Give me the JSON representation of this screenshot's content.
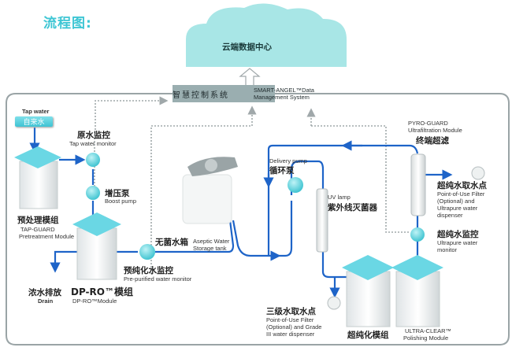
{
  "title": "流程图:",
  "cloud": {
    "label": "云端数据中心",
    "color": "#a8e6e6"
  },
  "control_system": {
    "label_cn": "智慧控制系统",
    "label_en_line1": "SMART-ANGEL™Data",
    "label_en_line2": "Management System"
  },
  "nodes": {
    "tap_water": {
      "en": "Tap water",
      "cn": "自来水"
    },
    "tap_monitor": {
      "cn": "原水监控",
      "en": "Tap water monitor"
    },
    "boost_pump": {
      "cn": "增压泵",
      "en": "Boost pump"
    },
    "pretreatment": {
      "cn": "预处理模组",
      "en_line1": "TAP-GUARD",
      "en_line2": "Pretreatment Module"
    },
    "drain": {
      "cn": "浓水排放",
      "en": "Drain"
    },
    "dpro": {
      "cn": "DP-RO™模组",
      "en": "DP-RO™Module"
    },
    "prepurified_monitor": {
      "cn": "预纯化水监控",
      "en": "Pre-purified water monitor"
    },
    "storage_tank": {
      "cn": "无菌水箱",
      "en_line1": "Aseptic Water",
      "en_line2": "Storage tank"
    },
    "delivery_pump": {
      "en": "Delivery pump",
      "cn": "循环泵"
    },
    "uv_lamp": {
      "en": "UV lamp",
      "cn": "紫外线灭菌器"
    },
    "pyro_guard": {
      "en_line1": "PYRO-GUARD",
      "en_line2": "Ultrafiltration Module",
      "cn": "终端超滤"
    },
    "ultrapure_point": {
      "cn": "超纯水取水点",
      "en_line1": "Point-of-Use Filter",
      "en_line2": "(Optional) and",
      "en_line3": "Ultrapure water",
      "en_line4": "dispenser"
    },
    "ultrapure_monitor": {
      "cn": "超纯水监控",
      "en_line1": "Ultrapure water",
      "en_line2": "monitor"
    },
    "grade3_point": {
      "cn": "三级水取水点",
      "en_line1": "Point-of-Use Filter",
      "en_line2": "(Optional) and Grade",
      "en_line3": "III water dispenser"
    },
    "polishing_cn": {
      "cn": "超纯化模组"
    },
    "ultra_clear": {
      "en_line1": "ULTRA-CLEAR™",
      "en_line2": "Polishing Module"
    }
  },
  "colors": {
    "pipe": "#1e64c8",
    "dotted": "#a0a8aa",
    "frame": "#9aa4a6",
    "accent": "#3ec6d4"
  }
}
